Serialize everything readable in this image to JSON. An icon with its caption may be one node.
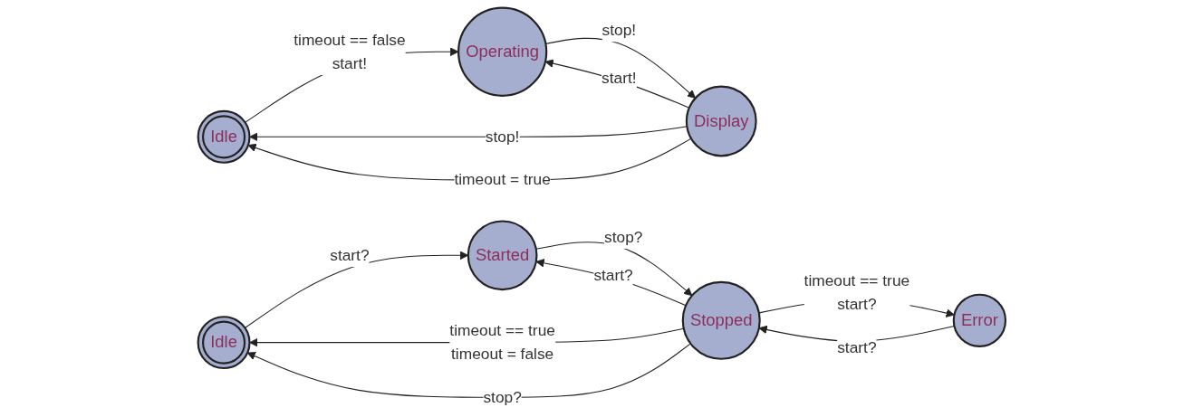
{
  "diagram": {
    "nodes": [
      {
        "text": [
          "Idle"
        ]
      },
      {
        "text": [
          "Operating"
        ]
      },
      {
        "text": [
          "Display"
        ]
      },
      {
        "text": [
          "Idle"
        ]
      },
      {
        "text": [
          "Started"
        ]
      },
      {
        "text": [
          "Stopped"
        ]
      },
      {
        "text": [
          "Error"
        ]
      }
    ],
    "edges": [
      {
        "from": 0,
        "to": 1,
        "arrow": "to",
        "label": [
          "timeout == false",
          "start!"
        ]
      },
      {
        "from": 2,
        "to": 0,
        "arrow": "to",
        "label": [
          "stop!"
        ]
      },
      {
        "from": 2,
        "to": 0,
        "arrow": "to",
        "label": [
          "timeout = true"
        ]
      },
      {
        "from": 2,
        "to": 1,
        "arrow": "to",
        "label": [
          "start!"
        ]
      },
      {
        "from": 1,
        "to": 2,
        "arrow": "to",
        "label": [
          "stop!"
        ]
      },
      {
        "from": 3,
        "to": 4,
        "arrow": "to",
        "label": [
          "start?"
        ]
      },
      {
        "from": 5,
        "to": 3,
        "arrow": "to",
        "label": [
          "timeout == true",
          "timeout = false"
        ]
      },
      {
        "from": 5,
        "to": 3,
        "arrow": "to",
        "label": [
          "stop?"
        ]
      },
      {
        "from": 5,
        "to": 4,
        "arrow": "to",
        "label": [
          "start?"
        ]
      },
      {
        "from": 4,
        "to": 5,
        "arrow": "to",
        "label": [
          "stop?"
        ]
      },
      {
        "from": 5,
        "to": 6,
        "arrow": "to",
        "label": [
          "timeout == true",
          "start?"
        ]
      },
      {
        "from": 6,
        "to": 5,
        "arrow": "to",
        "label": [
          "start?"
        ]
      }
    ]
  }
}
